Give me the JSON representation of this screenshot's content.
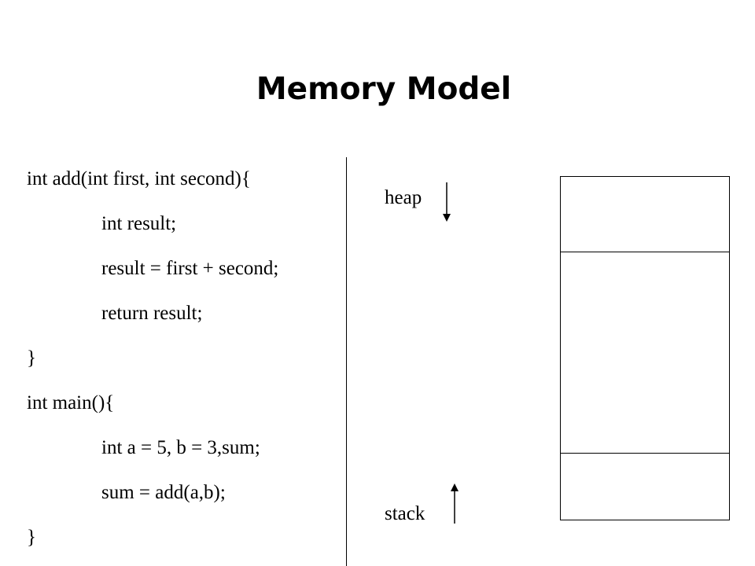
{
  "title": "Memory Model",
  "code": {
    "lines": [
      "int add(int first, int second){",
      "int result;",
      "result = first + second;",
      "return result;",
      "}",
      "int main(){",
      "int a = 5, b = 3,sum;",
      "sum = add(a,b);",
      "}"
    ]
  },
  "memory": {
    "heap_label": "heap",
    "stack_label": "stack",
    "regions": [
      "heap-region",
      "free-region",
      "stack-region"
    ]
  }
}
